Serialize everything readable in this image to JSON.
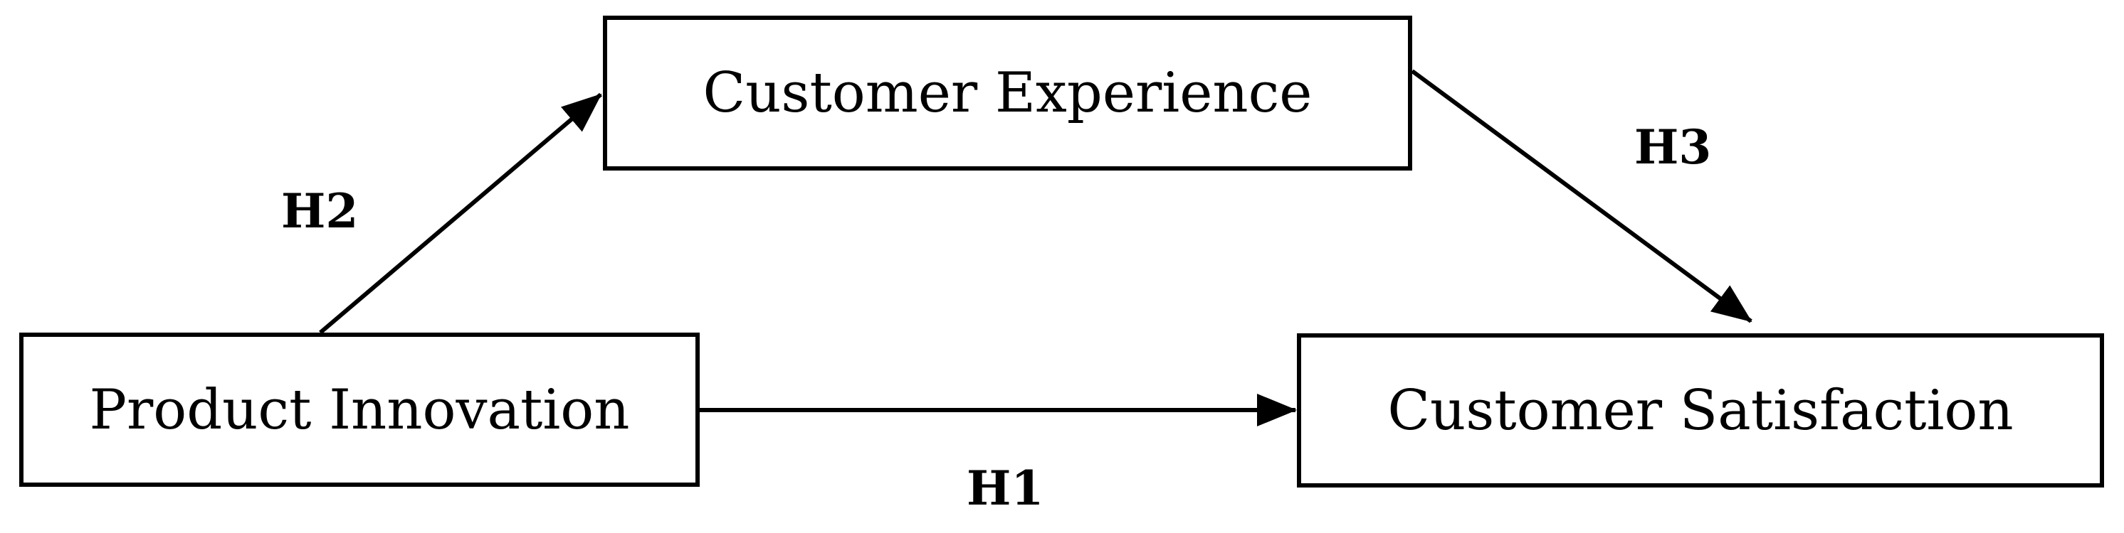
{
  "diagram": {
    "nodes": [
      {
        "id": "customer_experience",
        "label": "Customer Experience"
      },
      {
        "id": "product_innovation",
        "label": "Product Innovation"
      },
      {
        "id": "customer_satisfaction",
        "label": "Customer Satisfaction"
      }
    ],
    "edges": [
      {
        "from": "product_innovation",
        "to": "customer_satisfaction",
        "label": "H1"
      },
      {
        "from": "product_innovation",
        "to": "customer_experience",
        "label": "H2"
      },
      {
        "from": "customer_experience",
        "to": "customer_satisfaction",
        "label": "H3"
      }
    ],
    "colors": {
      "stroke": "#000000",
      "background": "#ffffff"
    }
  }
}
